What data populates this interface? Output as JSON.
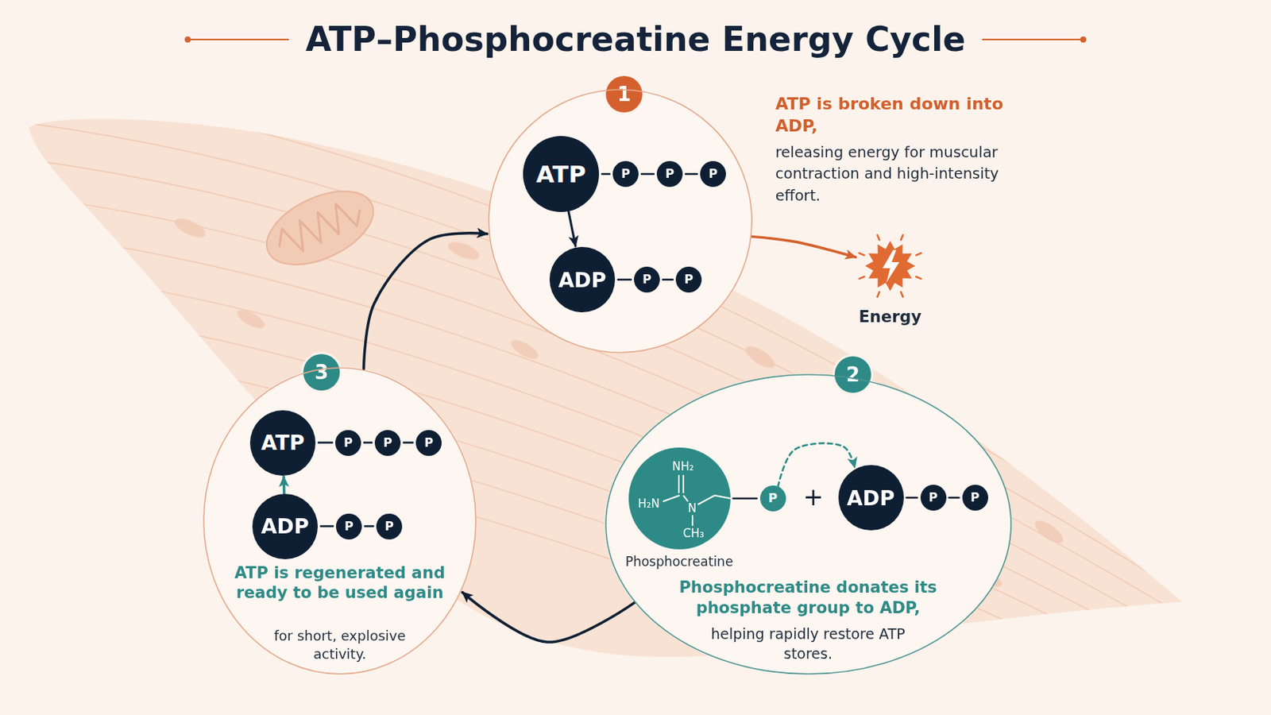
{
  "diagram": {
    "title": "ATP–Phosphocreatine Energy Cycle",
    "nodes": [
      {
        "text": [
          "1"
        ]
      },
      {
        "text": [
          "ATP is broken down into ADP,",
          "releasing energy for muscular contraction and high-intensity effort."
        ]
      },
      {
        "text": [
          "ATP"
        ],
        "in": 1
      },
      {
        "text": [
          "P"
        ],
        "in": 1
      },
      {
        "text": [
          "P"
        ],
        "in": 1
      },
      {
        "text": [
          "P"
        ],
        "in": 1
      },
      {
        "text": [
          "ADP"
        ],
        "in": 1
      },
      {
        "text": [
          "P"
        ],
        "in": 1
      },
      {
        "text": [
          "P"
        ],
        "in": 1
      },
      {
        "text": [
          "Energy"
        ]
      },
      {
        "text": [
          "2"
        ]
      },
      {
        "text": [
          "Phosphocreatine donates its phosphate group to ADP,",
          "helping rapidly restore ATP stores."
        ]
      },
      {
        "text": [
          "NH₂",
          "H₂N",
          "N",
          "CH₃",
          "Phosphocreatine"
        ],
        "in": 11
      },
      {
        "text": [
          "P"
        ],
        "in": 11
      },
      {
        "text": [
          "ADP"
        ],
        "in": 11
      },
      {
        "text": [
          "P"
        ],
        "in": 11
      },
      {
        "text": [
          "P"
        ],
        "in": 11
      },
      {
        "text": [
          "3"
        ]
      },
      {
        "text": [
          "ATP is regenerated and ready to be used again",
          "for short, explosive activity."
        ]
      },
      {
        "text": [
          "ATP"
        ],
        "in": 18
      },
      {
        "text": [
          "P"
        ],
        "in": 18
      },
      {
        "text": [
          "P"
        ],
        "in": 18
      },
      {
        "text": [
          "P"
        ],
        "in": 18
      },
      {
        "text": [
          "ADP"
        ],
        "in": 18
      },
      {
        "text": [
          "P"
        ],
        "in": 18
      },
      {
        "text": [
          "P"
        ],
        "in": 18
      }
    ],
    "edges": [
      {
        "from": 2,
        "to": 3,
        "arrow": "none"
      },
      {
        "from": 3,
        "to": 4,
        "arrow": "none"
      },
      {
        "from": 4,
        "to": 5,
        "arrow": "none"
      },
      {
        "from": 2,
        "to": 6,
        "arrow": "to"
      },
      {
        "from": 6,
        "to": 7,
        "arrow": "none"
      },
      {
        "from": 7,
        "to": 8,
        "arrow": "none"
      },
      {
        "from": 1,
        "to": 9,
        "arrow": "to"
      },
      {
        "from": 11,
        "to": 18,
        "arrow": "to"
      },
      {
        "from": 18,
        "to": 1,
        "arrow": "to"
      },
      {
        "from": 12,
        "to": 13,
        "arrow": "none"
      },
      {
        "from": 13,
        "to": 14,
        "arrow": "to"
      },
      {
        "from": 14,
        "to": 15,
        "arrow": "none"
      },
      {
        "from": 15,
        "to": 16,
        "arrow": "none"
      },
      {
        "from": 19,
        "to": 20,
        "arrow": "none"
      },
      {
        "from": 20,
        "to": 21,
        "arrow": "none"
      },
      {
        "from": 21,
        "to": 22,
        "arrow": "none"
      },
      {
        "from": 23,
        "to": 19,
        "arrow": "to"
      },
      {
        "from": 23,
        "to": 24,
        "arrow": "none"
      },
      {
        "from": 24,
        "to": 25,
        "arrow": "none"
      }
    ],
    "labels": [
      "+"
    ]
  }
}
